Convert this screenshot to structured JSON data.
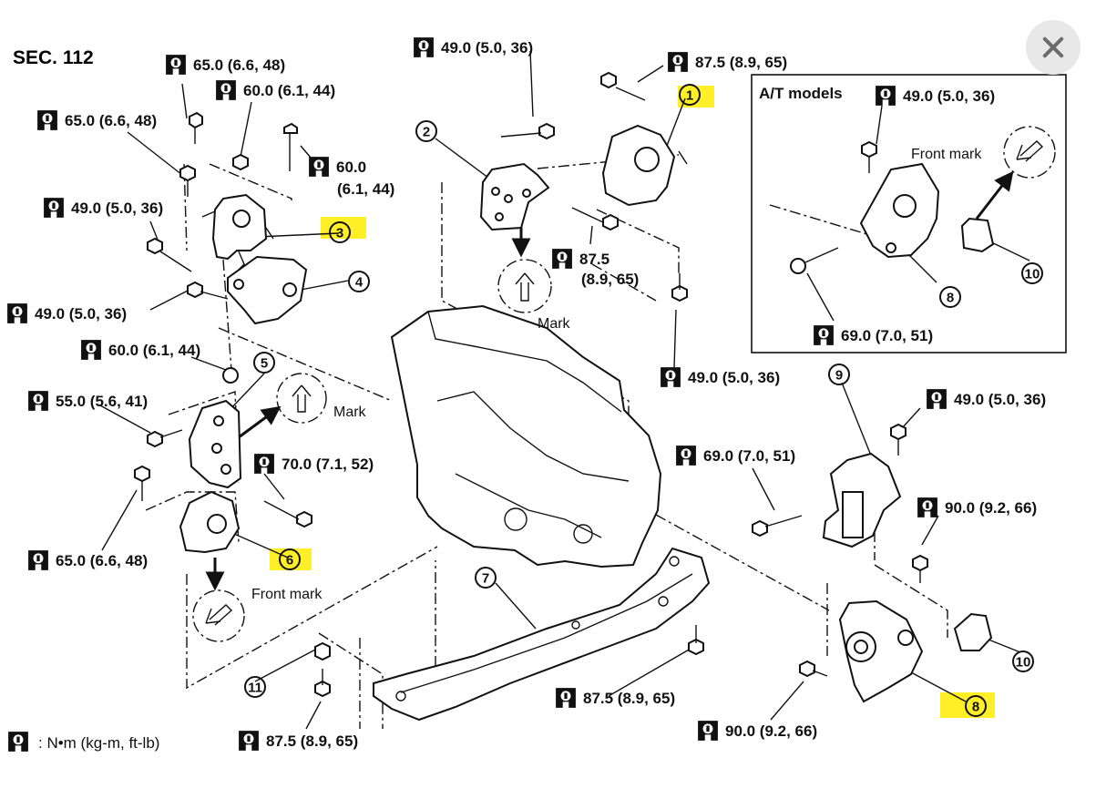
{
  "section": "SEC. 112",
  "legend": {
    "text": ": N•m (kg-m, ft-lb)"
  },
  "inset": {
    "title": "A/T models"
  },
  "marks": {
    "mark_a": "Mark",
    "mark_b": "Mark",
    "front_mark_a": "Front mark",
    "front_mark_b": "Front mark"
  },
  "callouts": [
    "1",
    "2",
    "3",
    "4",
    "5",
    "6",
    "7",
    "8",
    "8",
    "9",
    "10",
    "10",
    "11"
  ],
  "torques": [
    "65.0 (6.6, 48)",
    "60.0 (6.1, 44)",
    "65.0 (6.6, 48)",
    "60.0",
    "(6.1, 44)",
    "49.0 (5.0, 36)",
    "49.0 (5.0, 36)",
    "60.0 (6.1, 44)",
    "55.0 (5.6, 41)",
    "70.0 (7.1, 52)",
    "65.0 (6.6, 48)",
    "49.0 (5.0, 36)",
    "87.5 (8.9, 65)",
    "87.5",
    "(8.9, 65)",
    "49.0 (5.0, 36)",
    "49.0 (5.0, 36)",
    "69.0 (7.0, 51)",
    "49.0 (5.0, 36)",
    "69.0 (7.0, 51)",
    "90.0 (9.2, 66)",
    "87.5 (8.9, 65)",
    "90.0 (9.2, 66)",
    "87.5 (8.9, 65)"
  ],
  "colors": {
    "highlight": "#ffec00",
    "ink": "#111111",
    "close_bg": "#e8e8e8"
  },
  "icons": {
    "torque": "torque-wrench-icon",
    "close": "close-icon"
  }
}
